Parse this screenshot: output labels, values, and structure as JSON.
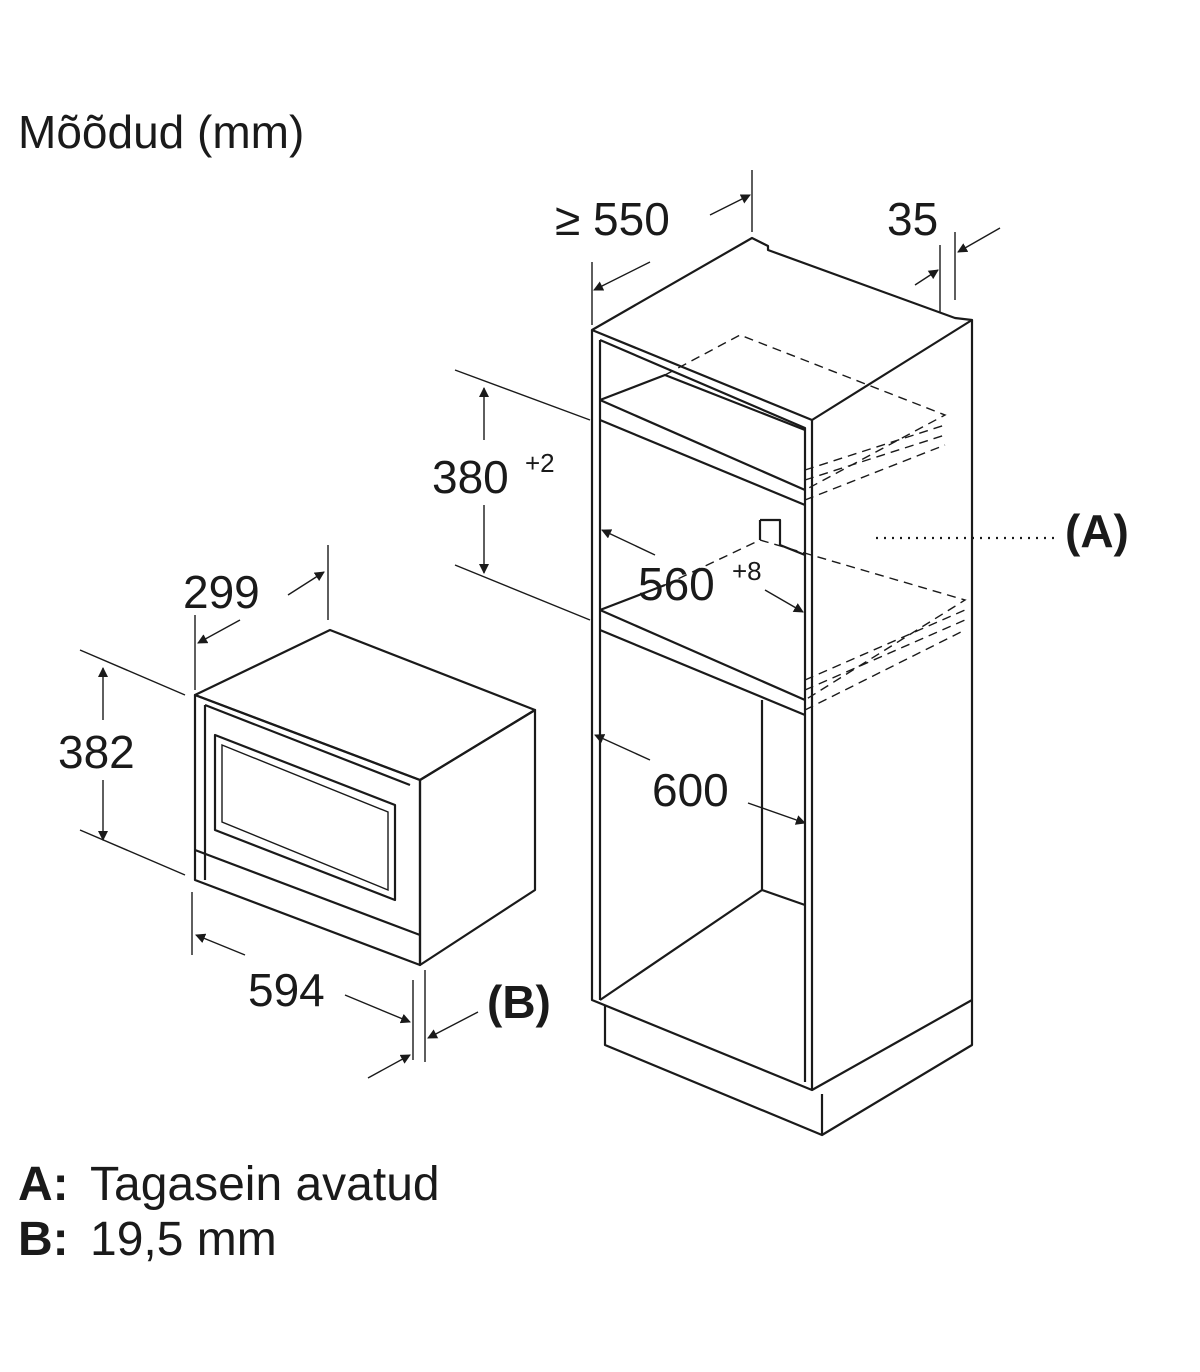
{
  "title": "Mõõdud (mm)",
  "dimensions": {
    "cabinet_depth": "≥ 550",
    "panel_thickness": "35",
    "niche_height": "380",
    "niche_height_tol": "+2",
    "niche_width": "560",
    "niche_width_tol": "+8",
    "cabinet_width": "600",
    "appliance_depth": "299",
    "appliance_height": "382",
    "appliance_width": "594"
  },
  "callouts": {
    "a": "(A)",
    "b": "(B)"
  },
  "legend": [
    {
      "key": "A:",
      "text": "Tagasein avatud"
    },
    {
      "key": "B:",
      "text": "19,5 mm"
    }
  ],
  "colors": {
    "line": "#1a1a1a",
    "background": "#ffffff"
  }
}
